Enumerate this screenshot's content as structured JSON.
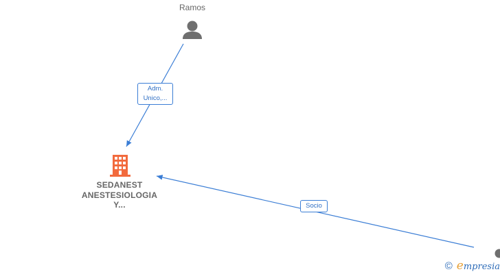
{
  "nodes": {
    "person_top": {
      "name": "Ramos",
      "icon": "person-icon"
    },
    "company": {
      "lines": [
        "SEDANEST",
        "ANESTESIOLOGIA",
        "Y..."
      ],
      "icon": "building-icon",
      "color": "#f26a3d"
    },
    "person_right": {
      "icon": "person-icon"
    }
  },
  "edges": {
    "admin": {
      "lines": [
        "Adm.",
        "Unico,..."
      ]
    },
    "socio": {
      "label": "Socio"
    }
  },
  "colors": {
    "edge": "#3a7dd5",
    "person": "#6f6f6f",
    "text": "#666666"
  },
  "brand": {
    "symbol": "©",
    "first_letter": "e",
    "rest": "mpresia"
  }
}
